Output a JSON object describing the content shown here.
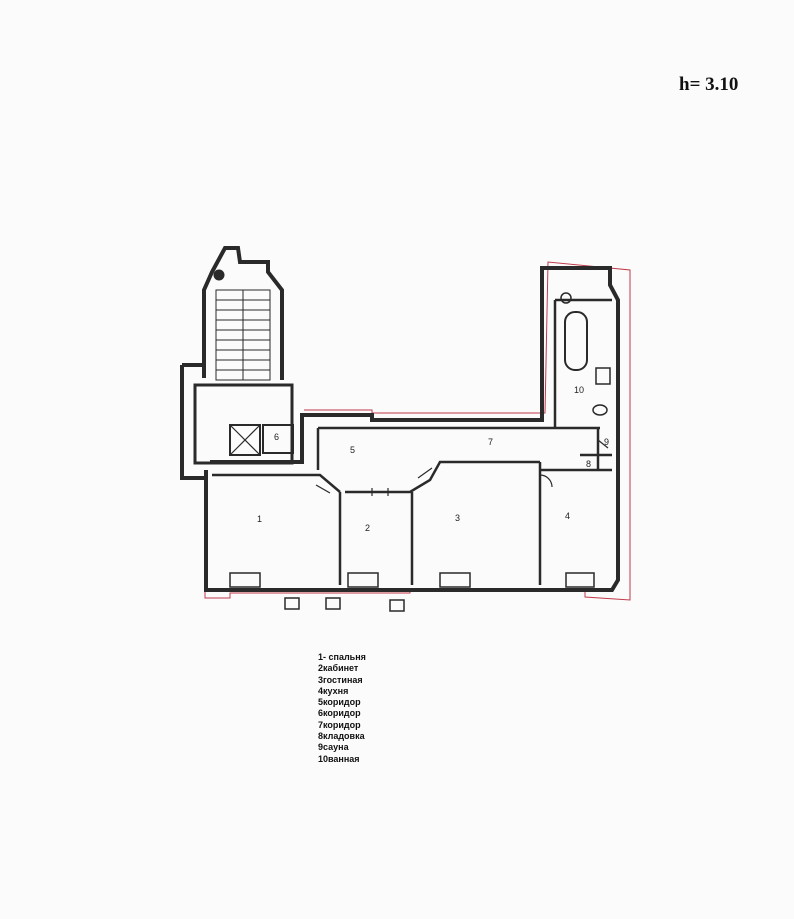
{
  "plan": {
    "height_label": "h= 3.10",
    "rooms": [
      {
        "number": "1",
        "name": "спальня"
      },
      {
        "number": "2",
        "name": "кабинет"
      },
      {
        "number": "3",
        "name": "гостиная"
      },
      {
        "number": "4",
        "name": "кухня"
      },
      {
        "number": "5",
        "name": "коридор"
      },
      {
        "number": "6",
        "name": "коридор"
      },
      {
        "number": "7",
        "name": "коридор"
      },
      {
        "number": "8",
        "name": "кладовка"
      },
      {
        "number": "9",
        "name": "сауна"
      },
      {
        "number": "10",
        "name": "ванная"
      }
    ],
    "legend": [
      "1- спальня",
      "2кабинет",
      "3гостиная",
      "4кухня",
      "5коридор",
      "6коридор",
      "7коридор",
      "8кладовка",
      "9сауна",
      "10ванная"
    ]
  },
  "colors": {
    "wall": "#2a2a2a",
    "boundary": "#c0394a",
    "paper": "#fbfbfb"
  }
}
